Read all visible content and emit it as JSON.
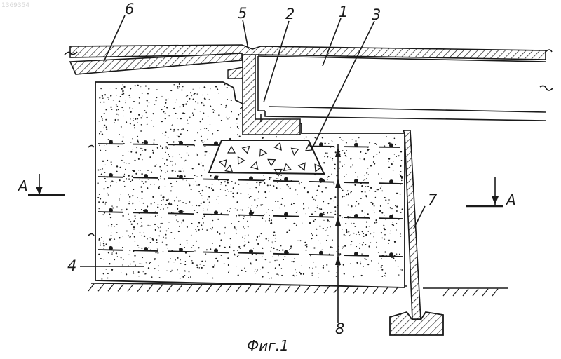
{
  "watermark": "1369354",
  "caption": "Фиг.1",
  "labels": {
    "l1": "1",
    "l2": "2",
    "l3": "3",
    "l4": "4",
    "l5": "5",
    "l6": "6",
    "l7": "7",
    "l8": "8"
  },
  "section_mark": {
    "left": "A",
    "right": "A"
  }
}
